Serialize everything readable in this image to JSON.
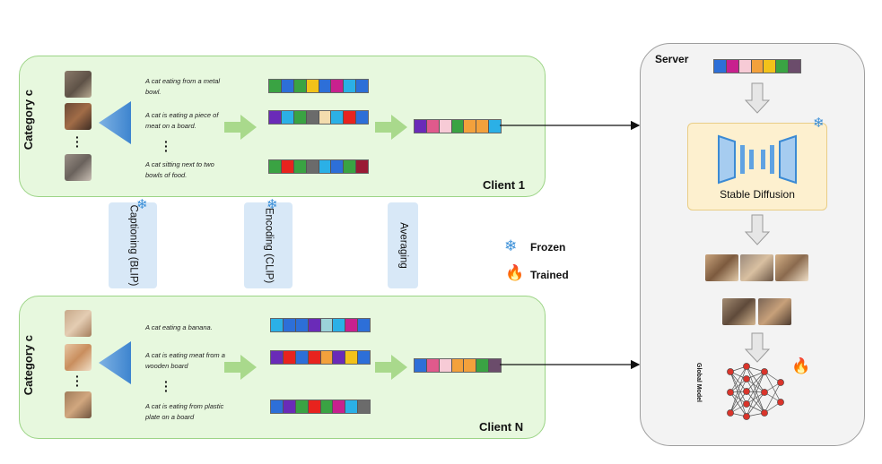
{
  "client1": {
    "category": "Category c",
    "name": "Client 1",
    "captions": [
      "A cat eating from a metal bowl.",
      "A cat is eating a piece of meat on a board.",
      "A cat sitting next to two bowls of food."
    ]
  },
  "clientN": {
    "category": "Category c",
    "name": "Client N",
    "captions": [
      "A cat eating a banana.",
      "A cat is eating meat from a wooden board",
      "A cat is eating from plastic plate on a board"
    ]
  },
  "stages": {
    "captioning": "Captioning (BLIP)",
    "encoding": "Encoding (CLIP)",
    "averaging": "Averaging"
  },
  "legend": {
    "frozen": "Frozen",
    "trained": "Trained"
  },
  "server": {
    "title": "Server",
    "model": "Stable Diffusion",
    "global_model": "Global Model"
  },
  "icons": {
    "frozen": "snowflake-icon",
    "trained": "flame-icon",
    "model": "hourglass-unet-icon",
    "network": "neural-network-icon"
  },
  "colors": {
    "client_fill": "#e7f8de",
    "client_border": "#9cd486",
    "server_fill": "#f3f3f3",
    "stage_fill": "#d8e8f7",
    "sd_fill": "#fdf0cf",
    "arrow_green": "#a9d98c",
    "arrow_gray": "#bdbdbd"
  },
  "embeddings": {
    "c1_rows": [
      [
        "#3aa343",
        "#2d6fd8",
        "#3aa343",
        "#f2c21a",
        "#2d6fd8",
        "#c8218e",
        "#2bb0e6",
        "#2d6fd8"
      ],
      [
        "#6a2bb8",
        "#2bb0e6",
        "#3aa343",
        "#6b6b6b",
        "#f3dcae",
        "#2bb0e6",
        "#e8231e",
        "#2d6fd8"
      ],
      [
        "#3aa343",
        "#e8231e",
        "#3aa343",
        "#6b6b6b",
        "#2bb0e6",
        "#2d6fd8",
        "#3aa343",
        "#9a1a35"
      ]
    ],
    "c1_avg": [
      "#6a2bb8",
      "#e05a8c",
      "#f7cbd6",
      "#3aa343",
      "#f3a13c",
      "#f3a13c",
      "#2bb0e6"
    ],
    "cN_rows": [
      [
        "#2bb0e6",
        "#2d6fd8",
        "#2d6fd8",
        "#6a2bb8",
        "#9bd3d9",
        "#2bb0e6",
        "#c8218e",
        "#2d6fd8"
      ],
      [
        "#6a2bb8",
        "#e8231e",
        "#2d6fd8",
        "#e8231e",
        "#f3a13c",
        "#6a2bb8",
        "#f2c21a",
        "#2d6fd8"
      ],
      [
        "#2d6fd8",
        "#6a2bb8",
        "#3aa343",
        "#e8231e",
        "#3aa343",
        "#c8218e",
        "#2bb0e6",
        "#6b6b6b"
      ]
    ],
    "cN_avg": [
      "#2d6fd8",
      "#e05a8c",
      "#f7cbd6",
      "#f3a13c",
      "#f3a13c",
      "#3aa343",
      "#6b4c6b"
    ],
    "server": [
      "#2d6fd8",
      "#c8218e",
      "#f7cbd6",
      "#f3a13c",
      "#f2c21a",
      "#3aa343",
      "#6b4c6b"
    ]
  }
}
